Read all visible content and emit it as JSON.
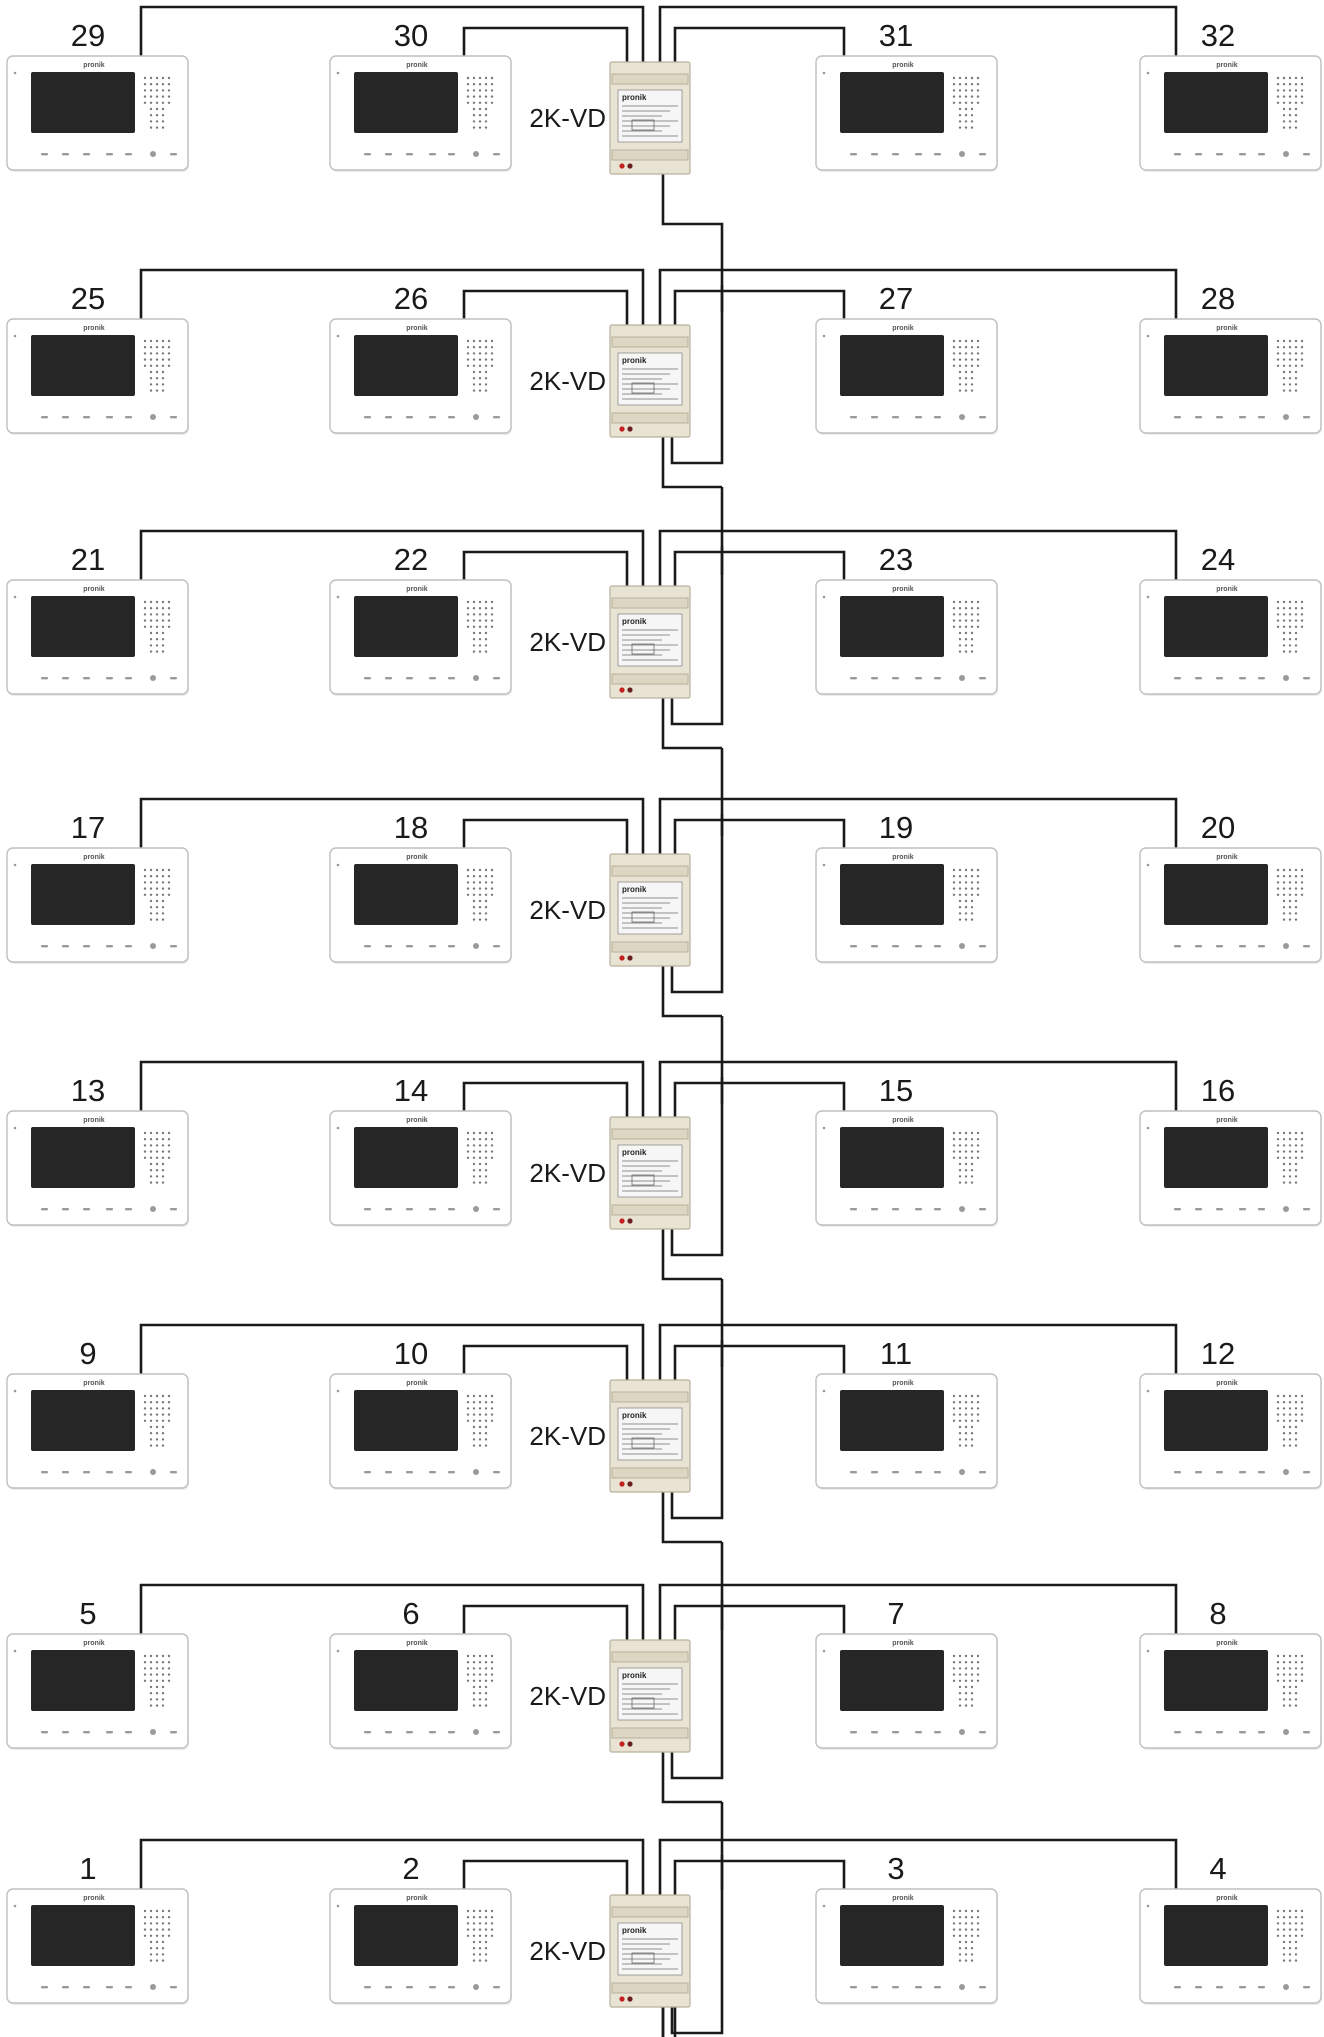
{
  "diagram": {
    "hub_label": "2K-VD",
    "monitor_brand": "pronik",
    "colors": {
      "wire": "#1a1a1a",
      "monitor_frame": "#ffffff",
      "monitor_screen": "#262626",
      "hub_housing": "#e9e3d3",
      "hub_led": "#c42121"
    },
    "rows": [
      {
        "hub_label": "2K-VD",
        "units": [
          "29",
          "30",
          "31",
          "32"
        ]
      },
      {
        "hub_label": "2K-VD",
        "units": [
          "25",
          "26",
          "27",
          "28"
        ]
      },
      {
        "hub_label": "2K-VD",
        "units": [
          "21",
          "22",
          "23",
          "24"
        ]
      },
      {
        "hub_label": "2K-VD",
        "units": [
          "17",
          "18",
          "19",
          "20"
        ]
      },
      {
        "hub_label": "2K-VD",
        "units": [
          "13",
          "14",
          "15",
          "16"
        ]
      },
      {
        "hub_label": "2K-VD",
        "units": [
          "9",
          "10",
          "11",
          "12"
        ]
      },
      {
        "hub_label": "2K-VD",
        "units": [
          "5",
          "6",
          "7",
          "8"
        ]
      },
      {
        "hub_label": "2K-VD",
        "units": [
          "1",
          "2",
          "3",
          "4"
        ]
      }
    ],
    "icons": {
      "monitor": "video-monitor-icon",
      "hub": "din-rail-distributor-icon"
    }
  }
}
